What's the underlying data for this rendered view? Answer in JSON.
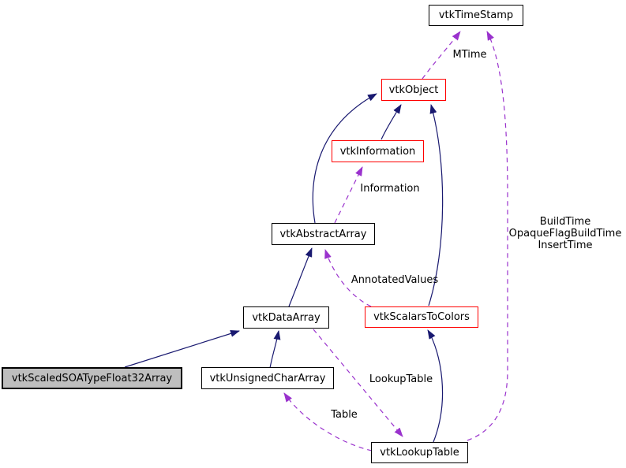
{
  "diagram": {
    "type": "class-collaboration-graph",
    "colors": {
      "inheritance_edge": "#191970",
      "usage_edge": "#9a32cd",
      "node_border_default": "#000000",
      "node_border_highlight": "#ff0000",
      "node_fill": "#ffffff",
      "current_node_fill": "#bebebe"
    },
    "nodes": [
      {
        "id": "vtkTimeStamp",
        "label": "vtkTimeStamp",
        "style": "default"
      },
      {
        "id": "vtkObject",
        "label": "vtkObject",
        "style": "red"
      },
      {
        "id": "vtkInformation",
        "label": "vtkInformation",
        "style": "red"
      },
      {
        "id": "vtkAbstractArray",
        "label": "vtkAbstractArray",
        "style": "default"
      },
      {
        "id": "vtkScalarsToColors",
        "label": "vtkScalarsToColors",
        "style": "red"
      },
      {
        "id": "vtkDataArray",
        "label": "vtkDataArray",
        "style": "default"
      },
      {
        "id": "vtkScaledSOATypeFloat32Array",
        "label": "vtkScaledSOATypeFloat32Array",
        "style": "current"
      },
      {
        "id": "vtkUnsignedCharArray",
        "label": "vtkUnsignedCharArray",
        "style": "default"
      },
      {
        "id": "vtkLookupTable",
        "label": "vtkLookupTable",
        "style": "default"
      }
    ],
    "edges": [
      {
        "type": "inheritance",
        "from": "vtkInformation",
        "to": "vtkObject",
        "label": ""
      },
      {
        "type": "inheritance",
        "from": "vtkAbstractArray",
        "to": "vtkObject",
        "label": ""
      },
      {
        "type": "inheritance",
        "from": "vtkScalarsToColors",
        "to": "vtkObject",
        "label": ""
      },
      {
        "type": "inheritance",
        "from": "vtkDataArray",
        "to": "vtkAbstractArray",
        "label": ""
      },
      {
        "type": "inheritance",
        "from": "vtkScaledSOATypeFloat32Array",
        "to": "vtkDataArray",
        "label": ""
      },
      {
        "type": "inheritance",
        "from": "vtkUnsignedCharArray",
        "to": "vtkDataArray",
        "label": ""
      },
      {
        "type": "inheritance",
        "from": "vtkLookupTable",
        "to": "vtkScalarsToColors",
        "label": ""
      },
      {
        "type": "usage",
        "from": "vtkObject",
        "to": "vtkTimeStamp",
        "label": "MTime"
      },
      {
        "type": "usage",
        "from": "vtkAbstractArray",
        "to": "vtkInformation",
        "label": "Information"
      },
      {
        "type": "usage",
        "from": "vtkScalarsToColors",
        "to": "vtkAbstractArray",
        "label": "AnnotatedValues"
      },
      {
        "type": "usage",
        "from": "vtkDataArray",
        "to": "vtkLookupTable",
        "label": "LookupTable"
      },
      {
        "type": "usage",
        "from": "vtkLookupTable",
        "to": "vtkUnsignedCharArray",
        "label": "Table"
      },
      {
        "type": "usage",
        "from": "vtkLookupTable",
        "to": "vtkTimeStamp",
        "label_lines": {
          "0": "BuildTime",
          "1": "OpaqueFlagBuildTime",
          "2": "InsertTime"
        }
      }
    ]
  }
}
